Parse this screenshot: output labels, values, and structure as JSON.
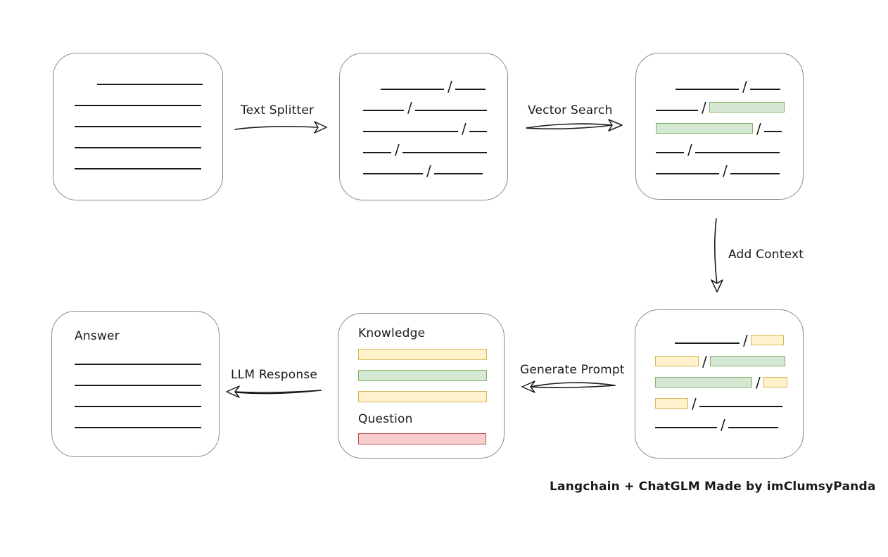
{
  "diagram": {
    "footer": "Langchain + ChatGLM Made by imClumsyPanda",
    "arrows": {
      "text_splitter": "Text Splitter",
      "vector_search": "Vector Search",
      "add_context": "Add Context",
      "generate_prompt": "Generate Prompt",
      "llm_response": "LLM Response"
    },
    "colors": {
      "stroke": "#1a1a1a",
      "box_border": "#8a8a8a",
      "green_fill": "#d5e8d4",
      "green_border": "#82b366",
      "yellow_fill": "#fff2cc",
      "yellow_border": "#d6b656",
      "red_fill": "#f8cecc",
      "red_border": "#b85450"
    },
    "boxes": {
      "document": {
        "rows": [
          [
            "indent:32",
            "line:150"
          ],
          [
            "line:180"
          ],
          [
            "line:180"
          ],
          [
            "line:180"
          ],
          [
            "line:180"
          ]
        ]
      },
      "split_text": {
        "rows": [
          [
            "indent:25",
            "line:90",
            "slash",
            "line:43"
          ],
          [
            "line:58",
            "slash",
            "line:102"
          ],
          [
            "line:135",
            "slash",
            "line:25"
          ],
          [
            "line:40",
            "slash",
            "line:120"
          ],
          [
            "line:85",
            "slash",
            "line:69"
          ]
        ]
      },
      "vector_matched": {
        "rows": [
          [
            "indent:28",
            "line:90",
            "slash",
            "line:43"
          ],
          [
            "line:60",
            "slash",
            "green:107"
          ],
          [
            "green:138",
            "slash",
            "line:25"
          ],
          [
            "line:40",
            "slash",
            "line:120"
          ],
          [
            "line:90",
            "slash",
            "line:70"
          ]
        ]
      },
      "with_context": {
        "rows": [
          [
            "indent:28",
            "line:92",
            "slash",
            "yellow:47"
          ],
          [
            "yellow:62",
            "slash",
            "green:107"
          ],
          [
            "green:138",
            "slash",
            "yellow:34"
          ],
          [
            "yellow:47",
            "slash",
            "line:118"
          ],
          [
            "line:88",
            "slash",
            "line:71"
          ]
        ]
      },
      "prompt": {
        "knowledge_label": "Knowledge",
        "question_label": "Question",
        "knowledge_bars": [
          "yellow:183",
          "green:183",
          "yellow:183"
        ],
        "question_bars": [
          "red:182"
        ]
      },
      "answer": {
        "label": "Answer",
        "rows": [
          [
            "line:180"
          ],
          [
            "line:180"
          ],
          [
            "line:180"
          ],
          [
            "line:180"
          ]
        ]
      }
    }
  }
}
